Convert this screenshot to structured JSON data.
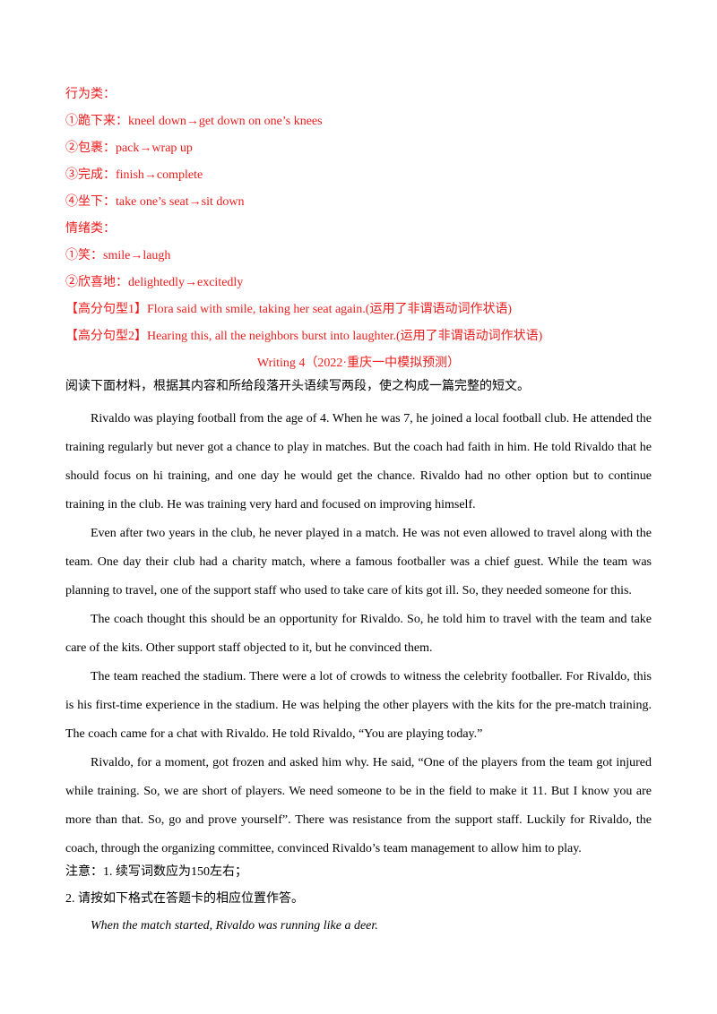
{
  "vocab": {
    "behavior_heading": "行为类：",
    "behavior_items": [
      "①跪下来：kneel down→get down on one’s knees",
      "②包裹：pack→wrap up",
      "③完成：finish→complete",
      "④坐下：take one’s seat→sit down"
    ],
    "emotion_heading": "情绪类：",
    "emotion_items": [
      "①笑：smile→laugh",
      "②欣喜地：delightedly→excitedly"
    ],
    "sentences": [
      "【高分句型1】Flora said with smile, taking her seat again.(运用了非谓语动词作状语)",
      "【高分句型2】Hearing this, all the neighbors burst into laughter.(运用了非谓语动词作状语)"
    ]
  },
  "writing": {
    "title": "Writing 4（2022·重庆一中模拟预测）",
    "instruction": "阅读下面材料，根据其内容和所给段落开头语续写两段，使之构成一篇完整的短文。",
    "paragraphs": [
      "Rivaldo was playing football from the age of 4. When he was 7, he joined a local football club. He attended the training regularly but never got a chance to play in matches. But the coach had faith in him. He told Rivaldo that he should focus on hi training, and one day he would get the chance. Rivaldo had no other option but to continue training in the club. He was training very hard and focused on improving himself.",
      "Even after two years in the club, he never played in a match. He was not even allowed to travel along with the team. One day their club had a charity match, where a famous footballer was a chief guest. While the team was planning to travel, one of the support staff who used to take care of kits got ill. So, they needed someone for this.",
      "The coach thought this should be an opportunity for Rivaldo. So, he told him to travel with the team and take care of the kits. Other support staff objected to it, but he convinced them.",
      "The team reached the stadium. There were a lot of crowds to witness the celebrity footballer. For Rivaldo, this is his first-time experience in the stadium. He was helping the other players with the kits for the pre-match training. The coach came for a chat with Rivaldo. He told Rivaldo, “You are playing today.”",
      "Rivaldo, for a moment, got frozen and asked him why. He said, “One of the players from the team got injured while training. So, we are short of players. We need someone to be in the field to make it 11. But I know you are more than that. So, go and prove yourself”. There was resistance from the support staff. Luckily for Rivaldo, the coach, through the organizing committee, convinced Rivaldo’s team management to allow him to play."
    ],
    "notes": [
      "注意：1. 续写词数应为150左右；",
      "2. 请按如下格式在答题卡的相应位置作答。"
    ],
    "opening_sentence": "When the match started, Rivaldo was running like a deer."
  }
}
